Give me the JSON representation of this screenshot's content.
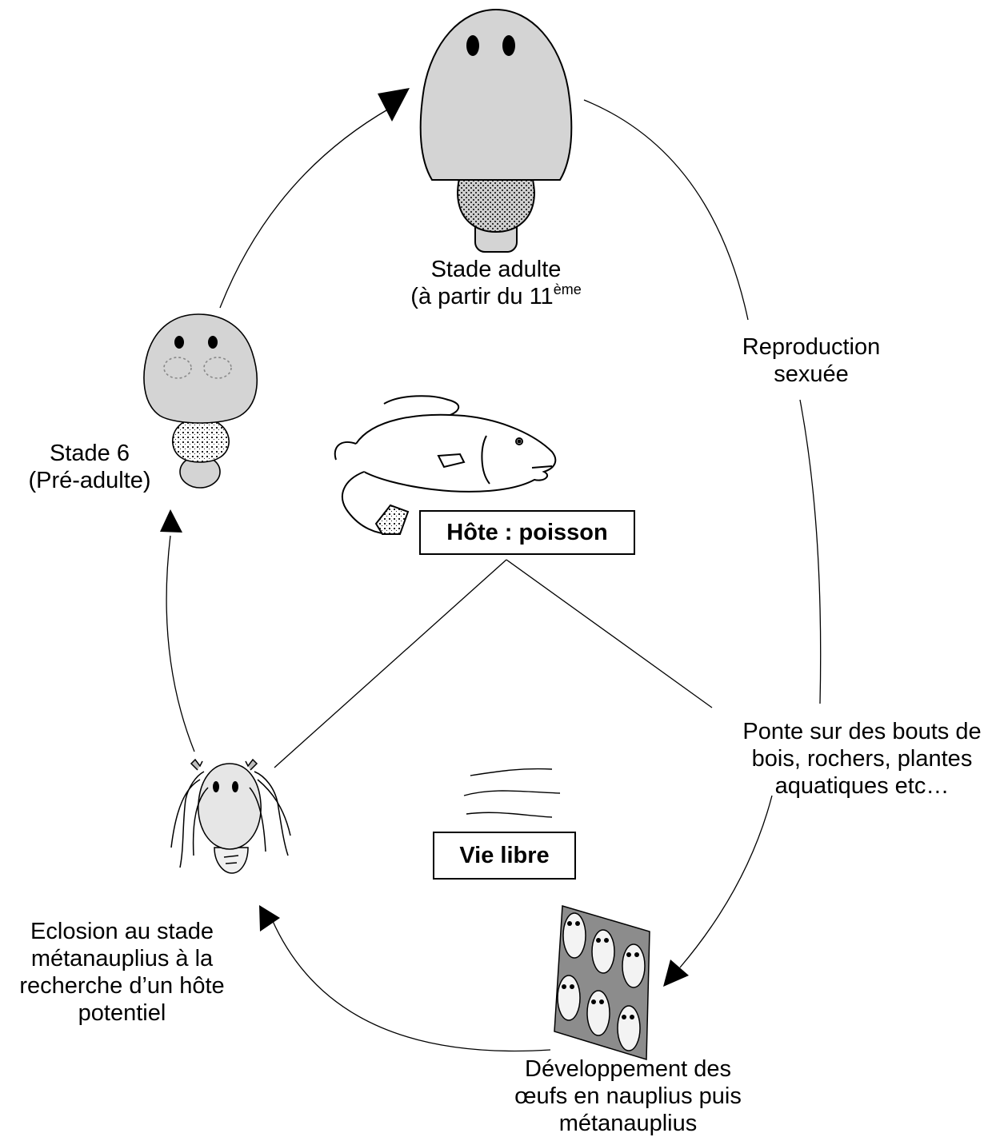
{
  "labels": {
    "adult_line1": "Stade adulte",
    "adult_line2": "(à partir du 11",
    "adult_sup": "ème",
    "repro_line1": "Reproduction",
    "repro_line2": "sexuée",
    "stage6_line1": "Stade 6",
    "stage6_line2": "(Pré-adulte)",
    "ponte_line1": "Ponte sur des bouts de",
    "ponte_line2": "bois, rochers, plantes",
    "ponte_line3": "aquatiques etc…",
    "eclosion_line1": "Eclosion au stade",
    "eclosion_line2": "métanauplius à la",
    "eclosion_line3": "recherche d’un hôte",
    "eclosion_line4": "potentiel",
    "dev_line1": "Développement des",
    "dev_line2": "œufs en nauplius puis",
    "dev_line3": "métanauplius"
  },
  "boxes": {
    "host": "Hôte : poisson",
    "free": "Vie libre"
  },
  "colors": {
    "body_gray": "#d4d4d4",
    "dark_gray": "#8c8c8c",
    "line": "#000000"
  },
  "icons": [
    "adult-copepod-icon",
    "preadult-copepod-icon",
    "fish-icon",
    "metanauplius-icon",
    "water-waves-icon",
    "egg-mass-icon"
  ]
}
